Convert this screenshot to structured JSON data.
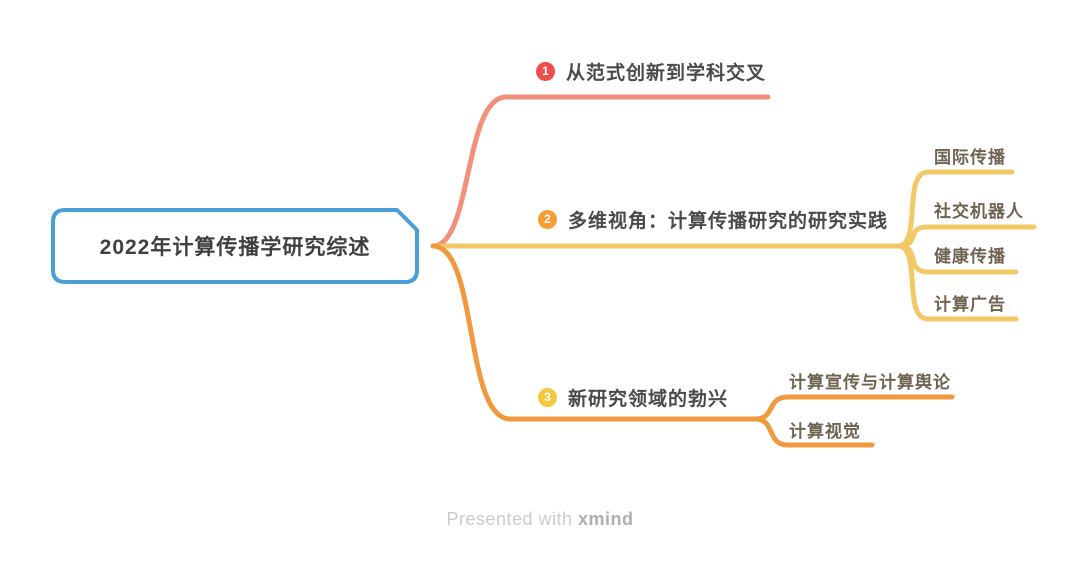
{
  "root": {
    "label": "2022年计算传播学研究综述"
  },
  "branches": [
    {
      "num": "1",
      "label": "从范式创新到学科交叉",
      "children": []
    },
    {
      "num": "2",
      "label": "多维视角：计算传播研究的研究实践",
      "children": [
        {
          "label": "国际传播"
        },
        {
          "label": "社交机器人"
        },
        {
          "label": "健康传播"
        },
        {
          "label": "计算广告"
        }
      ]
    },
    {
      "num": "3",
      "label": "新研究领域的勃兴",
      "children": [
        {
          "label": "计算宣传与计算舆论"
        },
        {
          "label": "计算视觉"
        }
      ]
    }
  ],
  "footer": {
    "prefix": "Presented with",
    "brand": "xmind"
  },
  "colors": {
    "root_border": "#4A9FD8",
    "root_text": "#3F3F3F",
    "branch1_line": "#F2907A",
    "branch1_badge": "#F04C4C",
    "branch2_line": "#F3C967",
    "bran2_badge_note": "",
    "branch2_badge": "#F59D33",
    "branch3_line": "#F0993F",
    "branch3_badge": "#F5C73F",
    "branch_text": "#4A4A4A",
    "subtopic_text": "#6F6452",
    "footer_text": "#CBCBCB",
    "footer_brand": "#AFAFAF"
  }
}
